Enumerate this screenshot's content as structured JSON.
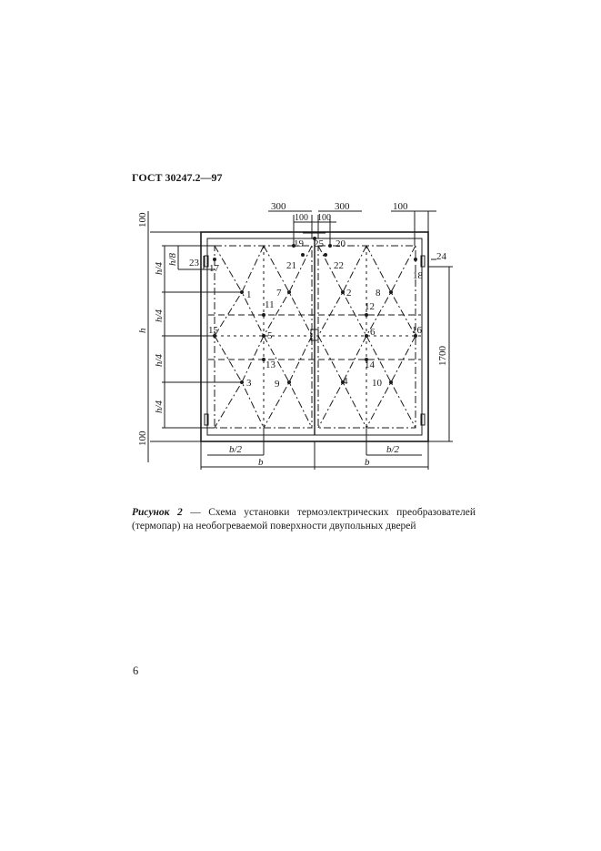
{
  "header": {
    "doc_code": "ГОСТ 30247.2—97"
  },
  "figure": {
    "dims": {
      "d300_left": "300",
      "d300_right": "300",
      "d100_a": "100",
      "d100_b": "100",
      "d100_right": "100",
      "d100_top": "100",
      "d100_bottom": "100",
      "h8": "h/8",
      "h4_1": "h/4",
      "h4_2": "h/4",
      "h4_3": "h/4",
      "h4_4": "h/4",
      "h": "h",
      "d1700": "1700",
      "b2_left": "b/2",
      "b2_right": "b/2",
      "b_left": "b",
      "b_right": "b"
    },
    "points": {
      "p1": "1",
      "p2": "2",
      "p3": "3",
      "p4": "4",
      "p5": "5",
      "p6": "6",
      "p7": "7",
      "p8": "8",
      "p9": "9",
      "p10": "10",
      "p11": "11",
      "p12": "12",
      "p13": "13",
      "p14": "14",
      "p15": "15",
      "p16": "16",
      "p17": "17",
      "p18": "18",
      "p19": "19",
      "p20": "20",
      "p21": "21",
      "p22": "22",
      "p23": "23",
      "p24": "24",
      "p25": "25"
    }
  },
  "caption": {
    "label": "Рисунок 2",
    "text": " — Схема установки термоэлектрических преобразователей (термопар) на необогреваемой поверхности двупольных дверей"
  },
  "page_number": "6"
}
